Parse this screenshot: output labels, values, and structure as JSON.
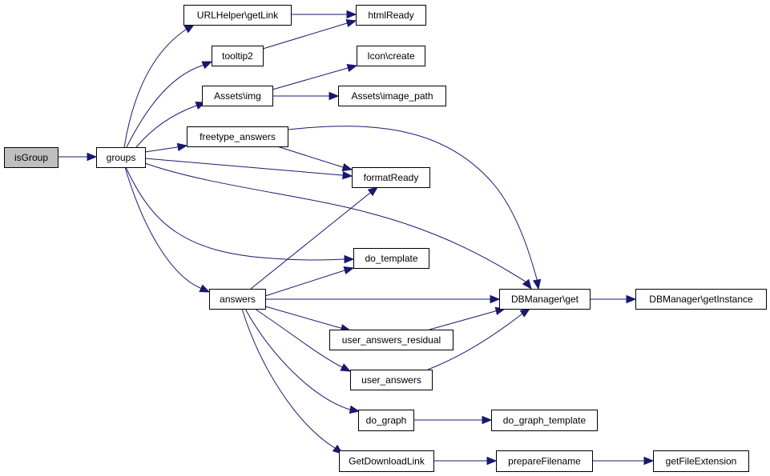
{
  "diagram": {
    "type": "call-graph",
    "edge_color": "#191970",
    "root_fill": "#bfbfbf",
    "node_fill": "#ffffff",
    "nodes": [
      {
        "id": "isGroup",
        "label": "isGroup",
        "root": true
      },
      {
        "id": "groups",
        "label": "groups"
      },
      {
        "id": "urlhelper_getlink",
        "label": "URLHelper\\getLink"
      },
      {
        "id": "tooltip2",
        "label": "tooltip2"
      },
      {
        "id": "assets_img",
        "label": "Assets\\img"
      },
      {
        "id": "freetype_answers",
        "label": "freetype_answers"
      },
      {
        "id": "htmlReady",
        "label": "htmlReady"
      },
      {
        "id": "icon_create",
        "label": "Icon\\create"
      },
      {
        "id": "assets_image_path",
        "label": "Assets\\image_path"
      },
      {
        "id": "formatReady",
        "label": "formatReady"
      },
      {
        "id": "do_template",
        "label": "do_template"
      },
      {
        "id": "answers",
        "label": "answers"
      },
      {
        "id": "dbmanager_get",
        "label": "DBManager\\get"
      },
      {
        "id": "dbmanager_getinstance",
        "label": "DBManager\\getInstance"
      },
      {
        "id": "user_answers_residual",
        "label": "user_answers_residual"
      },
      {
        "id": "user_answers",
        "label": "user_answers"
      },
      {
        "id": "do_graph",
        "label": "do_graph"
      },
      {
        "id": "do_graph_template",
        "label": "do_graph_template"
      },
      {
        "id": "GetDownloadLink",
        "label": "GetDownloadLink"
      },
      {
        "id": "prepareFilename",
        "label": "prepareFilename"
      },
      {
        "id": "getFileExtension",
        "label": "getFileExtension"
      }
    ],
    "edges": [
      {
        "from": "isGroup",
        "to": "groups"
      },
      {
        "from": "groups",
        "to": "urlhelper_getlink"
      },
      {
        "from": "groups",
        "to": "tooltip2"
      },
      {
        "from": "groups",
        "to": "assets_img"
      },
      {
        "from": "groups",
        "to": "freetype_answers"
      },
      {
        "from": "groups",
        "to": "formatReady"
      },
      {
        "from": "groups",
        "to": "dbmanager_get"
      },
      {
        "from": "groups",
        "to": "do_template"
      },
      {
        "from": "groups",
        "to": "answers"
      },
      {
        "from": "urlhelper_getlink",
        "to": "htmlReady"
      },
      {
        "from": "tooltip2",
        "to": "htmlReady"
      },
      {
        "from": "assets_img",
        "to": "icon_create"
      },
      {
        "from": "assets_img",
        "to": "assets_image_path"
      },
      {
        "from": "freetype_answers",
        "to": "formatReady"
      },
      {
        "from": "freetype_answers",
        "to": "dbmanager_get"
      },
      {
        "from": "answers",
        "to": "formatReady"
      },
      {
        "from": "answers",
        "to": "do_template"
      },
      {
        "from": "answers",
        "to": "dbmanager_get"
      },
      {
        "from": "answers",
        "to": "user_answers_residual"
      },
      {
        "from": "answers",
        "to": "user_answers"
      },
      {
        "from": "answers",
        "to": "do_graph"
      },
      {
        "from": "answers",
        "to": "GetDownloadLink"
      },
      {
        "from": "dbmanager_get",
        "to": "dbmanager_getinstance"
      },
      {
        "from": "user_answers_residual",
        "to": "dbmanager_get"
      },
      {
        "from": "user_answers",
        "to": "dbmanager_get"
      },
      {
        "from": "do_graph",
        "to": "do_graph_template"
      },
      {
        "from": "GetDownloadLink",
        "to": "prepareFilename"
      },
      {
        "from": "prepareFilename",
        "to": "getFileExtension"
      }
    ]
  }
}
